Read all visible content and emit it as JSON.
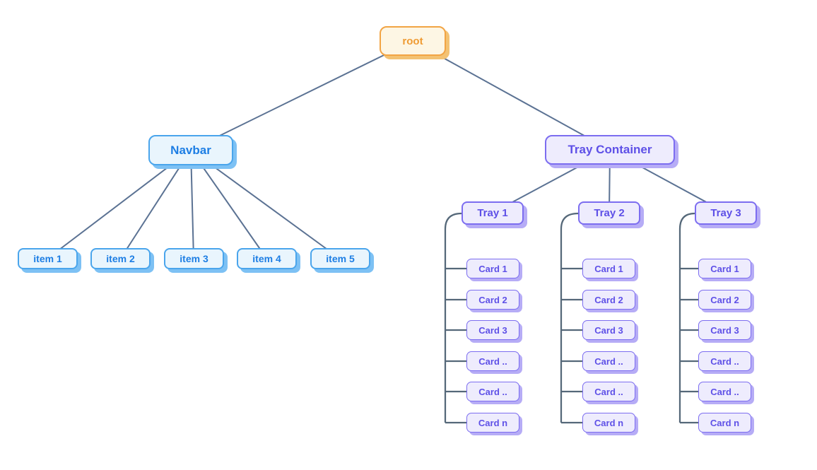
{
  "diagram": {
    "type": "tree",
    "colors": {
      "edge_line": "#5b7293",
      "trunk_line": "#556879",
      "root_bg": "#fdf6e4",
      "root_border": "#f2a444",
      "root_text": "#ef9b33",
      "root_shadow": "#f3c273",
      "blue_bg": "#e9f5fd",
      "blue_border": "#4aa5ec",
      "blue_text": "#1d7ee4",
      "blue_shadow": "#7dc1f4",
      "purple_bg": "#eeecfd",
      "purple_border": "#7c6df0",
      "purple_text": "#5e50e7",
      "purple_shadow": "#b6acf6"
    },
    "nodes": {
      "root": {
        "label": "root"
      },
      "navbar": {
        "label": "Navbar",
        "items": [
          {
            "label": "item 1"
          },
          {
            "label": "item 2"
          },
          {
            "label": "item 3"
          },
          {
            "label": "item 4"
          },
          {
            "label": "item 5"
          }
        ]
      },
      "tray_container": {
        "label": "Tray Container",
        "trays": [
          {
            "label": "Tray 1",
            "cards": [
              {
                "label": "Card 1"
              },
              {
                "label": "Card 2"
              },
              {
                "label": "Card 3"
              },
              {
                "label": "Card .."
              },
              {
                "label": "Card .."
              },
              {
                "label": "Card n"
              }
            ]
          },
          {
            "label": "Tray 2",
            "cards": [
              {
                "label": "Card 1"
              },
              {
                "label": "Card 2"
              },
              {
                "label": "Card 3"
              },
              {
                "label": "Card .."
              },
              {
                "label": "Card .."
              },
              {
                "label": "Card n"
              }
            ]
          },
          {
            "label": "Tray 3",
            "cards": [
              {
                "label": "Card 1"
              },
              {
                "label": "Card 2"
              },
              {
                "label": "Card 3"
              },
              {
                "label": "Card .."
              },
              {
                "label": "Card .."
              },
              {
                "label": "Card n"
              }
            ]
          }
        ]
      }
    }
  }
}
